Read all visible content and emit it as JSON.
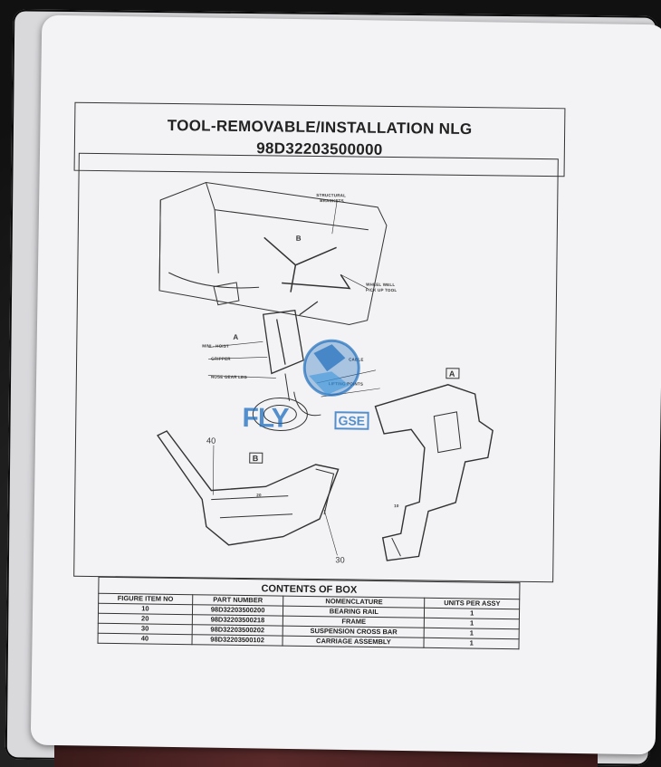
{
  "title": {
    "line1": "TOOL-REMOVABLE/INSTALLATION NLG",
    "line2": "98D32203500000"
  },
  "drawing": {
    "labels": {
      "structural": "STRUCTURAL",
      "brackets": "BRACKETS",
      "wheel_well": "WHEEL WELL",
      "pick_up_tool": "PICK UP TOOL",
      "mini_hoist": "MINI - HOIST",
      "gripper": "GRIPPER",
      "cable": "CABLE",
      "nose_gear_leg": "NOSE GEAR LEG",
      "lifting_points": "LIFTING POINTS",
      "view_a": "A",
      "view_b": "B",
      "ref_40": "40",
      "ref_30": "30",
      "ref_20": "20",
      "ref_10": "10"
    }
  },
  "logo": {
    "main": "FLY",
    "sub": "GSE"
  },
  "contents": {
    "title": "CONTENTS OF BOX",
    "headers": [
      "FIGURE ITEM NO",
      "PART NUMBER",
      "NOMENCLATURE",
      "UNITS PER ASSY"
    ],
    "rows": [
      [
        "10",
        "98D32203500200",
        "BEARING RAIL",
        "1"
      ],
      [
        "20",
        "98D32203500218",
        "FRAME",
        "1"
      ],
      [
        "30",
        "98D32203500202",
        "SUSPENSION CROSS BAR",
        "1"
      ],
      [
        "40",
        "98D32203500102",
        "CARRIAGE ASSEMBLY",
        "1"
      ]
    ]
  }
}
